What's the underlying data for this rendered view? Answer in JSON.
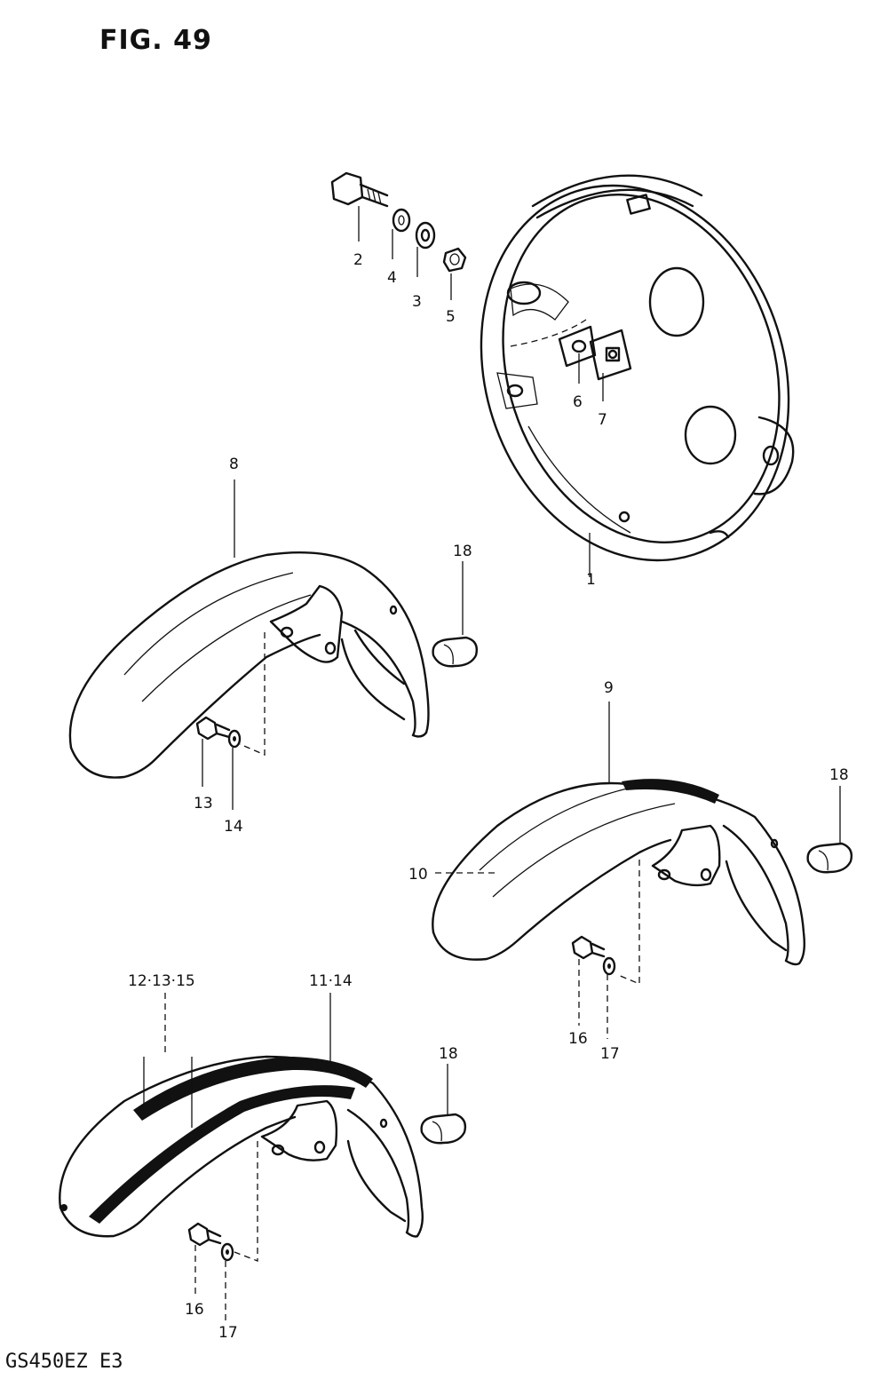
{
  "figure": {
    "title": "FIG. 49",
    "model_code": "GS450EZ  E3"
  },
  "callouts": {
    "headlight_housing": "1",
    "bolt": "2",
    "washer": "3",
    "lock_washer": "4",
    "nut": "5",
    "bracket_6": "6",
    "bracket_7": "7",
    "fender_a": "8",
    "fender_b": "9",
    "fender_b_stripe": "10",
    "fender_c_main": "11·14",
    "fender_c_stripes": "12·13·15",
    "fender_a_bolt": "13",
    "fender_a_washer": "14",
    "fender_b_bolt": "16",
    "fender_b_washer": "17",
    "fender_c_bolt": "16",
    "fender_c_washer": "17",
    "cushion_a": "18",
    "cushion_b": "18",
    "cushion_c": "18"
  }
}
